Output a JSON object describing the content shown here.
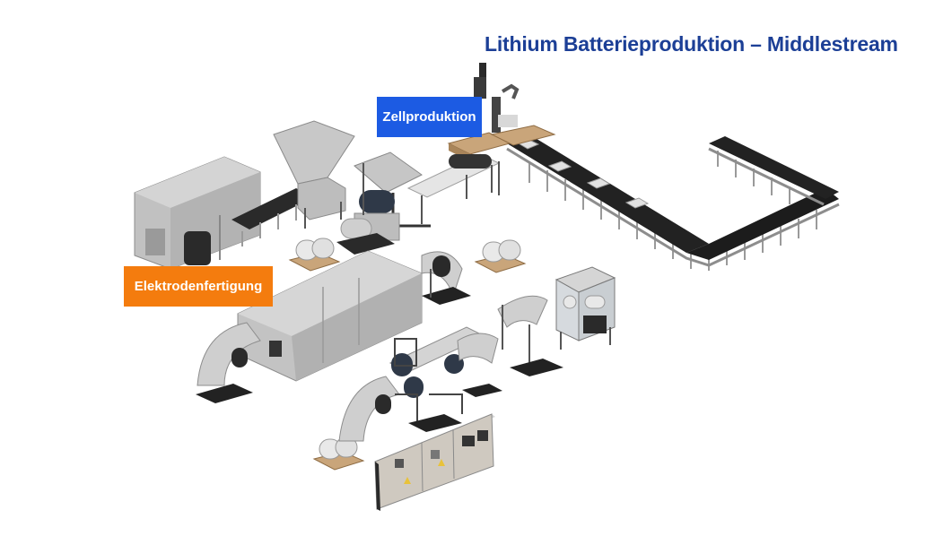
{
  "title": "Lithium Batterieproduktion – Middlestream",
  "labels": {
    "cell_production": "Zellproduktion",
    "electrode_production": "Elektrodenfertigung"
  },
  "colors": {
    "title": "#1c3f96",
    "cell_label_bg": "#1c5be3",
    "electrode_label_bg": "#f47c0e",
    "machine_gray": "#b8b8b8",
    "conveyor_dark": "#1e1e1e",
    "pallet_wood": "#c9a57a"
  }
}
